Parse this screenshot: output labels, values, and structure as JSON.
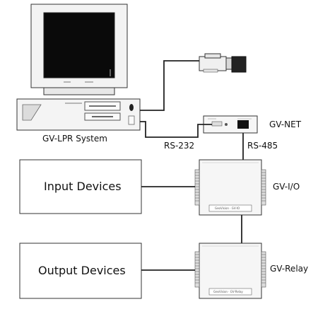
{
  "labels": {
    "system": "GV-LPR System",
    "gv_net": "GV-NET",
    "rs232": "RS-232",
    "rs485": "RS-485",
    "gv_io": "GV-I/O",
    "gv_relay": "GV-Relay"
  },
  "boxes": {
    "input": "Input Devices",
    "output": "Output Devices"
  },
  "board_plates": {
    "gv_io": "GeoVision · GV-IO",
    "gv_relay": "GeoVision · GV-Relay"
  }
}
